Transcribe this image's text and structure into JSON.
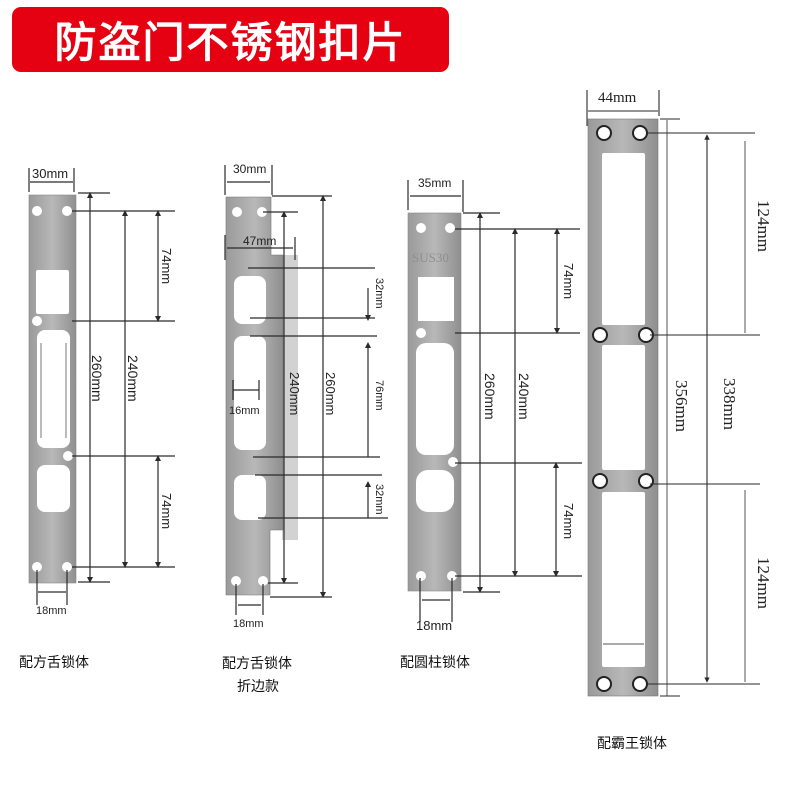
{
  "banner": {
    "title": "防盗门不锈钢扣片",
    "color": "#e50012"
  },
  "plates": [
    {
      "caption": "配方舌锁体",
      "dims": {
        "width": "30mm",
        "overall": "260mm",
        "hole_span": "240mm",
        "top_seg": "74mm",
        "bottom_seg": "74mm",
        "hole_pitch": "18mm"
      }
    },
    {
      "caption": "配方舌锁体",
      "caption2": "折边款",
      "dims": {
        "width": "30mm",
        "flange_width": "47mm",
        "overall": "260mm",
        "hole_span": "240mm",
        "upper_slot": "32mm",
        "middle_slot": "76mm",
        "lower_slot": "32mm",
        "slot_width": "16mm",
        "hole_pitch": "18mm"
      }
    },
    {
      "caption": "配圆柱锁体",
      "stamp": "SUS30",
      "dims": {
        "width": "35mm",
        "overall": "260mm",
        "hole_span": "240mm",
        "top_seg": "74mm",
        "bottom_seg": "74mm",
        "hole_pitch": "18mm"
      }
    },
    {
      "caption": "配霸王锁体",
      "dims": {
        "width": "44mm",
        "overall": "356mm",
        "hole_span": "338mm",
        "top_seg": "124mm",
        "bottom_seg": "124mm"
      }
    }
  ],
  "colors": {
    "steel": "#a9a9a9",
    "steel_dark": "#8e8e8e",
    "line": "#2a2a2a"
  }
}
